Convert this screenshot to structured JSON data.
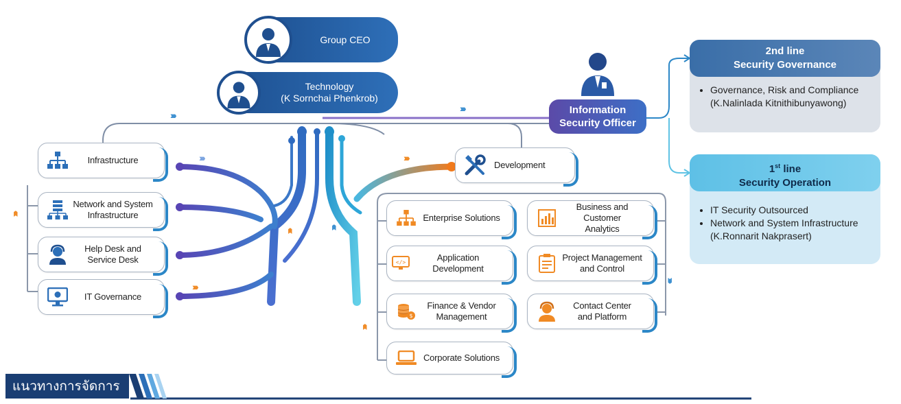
{
  "leaders": {
    "ceo": "Group CEO",
    "technology_line1": "Technology",
    "technology_line2": "(K Sornchai Phenkrob)",
    "iso_line1": "Information",
    "iso_line2": "Security Officer"
  },
  "left_units": [
    {
      "label": "Infrastructure",
      "icon": "network-hierarchy-icon"
    },
    {
      "label_line1": "Network and System",
      "label_line2": "Infrastructure",
      "icon": "server-rack-icon"
    },
    {
      "label_line1": "Help Desk and",
      "label_line2": "Service Desk",
      "icon": "headset-agent-icon"
    },
    {
      "label": "IT Governance",
      "icon": "monitor-gear-icon"
    }
  ],
  "development": {
    "label": "Development",
    "icon": "tools-icon"
  },
  "dev_units": [
    {
      "label": "Enterprise Solutions",
      "icon": "org-chart-icon"
    },
    {
      "label_line1": "Business and Customer",
      "label_line2": "Analytics",
      "icon": "bar-chart-icon"
    },
    {
      "label": "Application Development",
      "icon": "code-window-icon"
    },
    {
      "label_line1": "Project Management",
      "label_line2": "and Control",
      "icon": "clipboard-icon"
    },
    {
      "label_line1": "Finance & Vendor",
      "label_line2": "Management",
      "icon": "coins-icon"
    },
    {
      "label_line1": "Contact Center",
      "label_line2": "and Platform",
      "icon": "headset-agent-icon"
    },
    {
      "label": "Corporate Solutions",
      "icon": "laptop-icon"
    }
  ],
  "second_line": {
    "title_line1": "2nd line",
    "title_line2": "Security Governance",
    "bullets": [
      "Governance, Risk and Compliance",
      "(K.Nalinlada Kitnithibunyawong)"
    ]
  },
  "first_line": {
    "title_sup": "st",
    "title_prefix": "1",
    "title_suffix": " line",
    "title_line2": "Security Operation",
    "bullets": [
      "IT Security Outsourced",
      "Network and System Infrastructure",
      "(K.Ronnarit Nakprasert)"
    ]
  },
  "footer": {
    "title": "แนวทางการจัดการ"
  },
  "colors": {
    "navy": "#1f4f8f",
    "blue": "#2c87c7",
    "cyan": "#5fc3e4",
    "purple": "#5b4aa8",
    "orange": "#f08a24",
    "panel_grey": "#d8dde5",
    "panel_blue": "#d6ecf7"
  }
}
